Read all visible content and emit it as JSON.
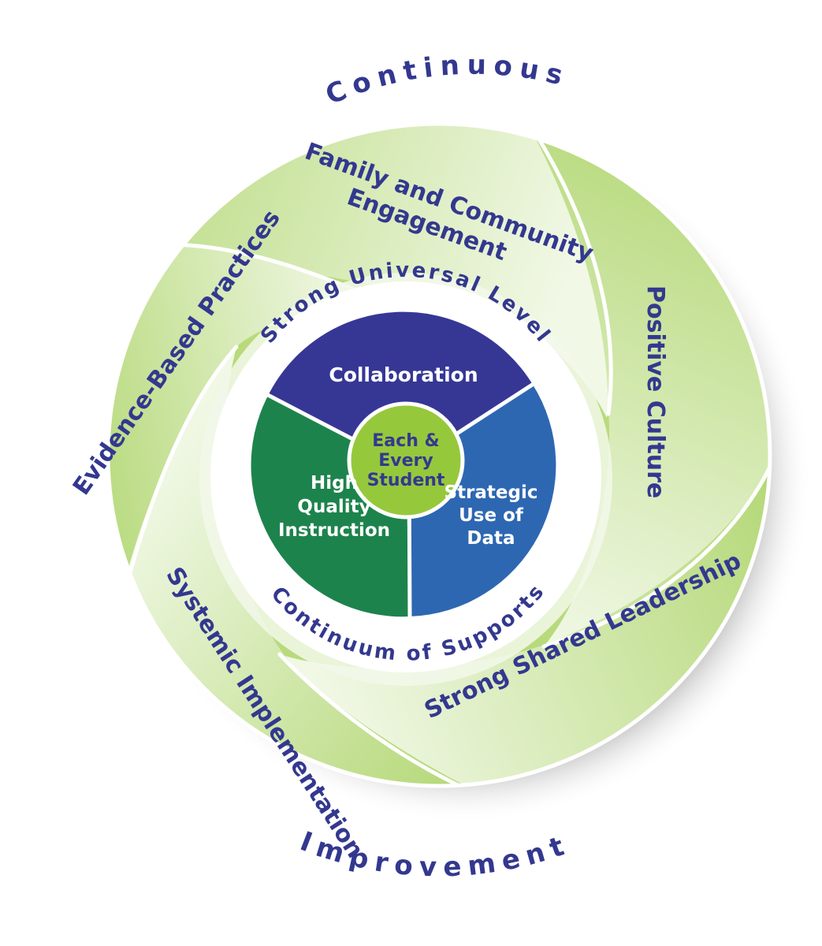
{
  "outer_ring": {
    "top_label": "Continuous",
    "bottom_label": "Improvement"
  },
  "petals": [
    {
      "id": "family",
      "label_line1": "Family and Community",
      "label_line2": "Engagement"
    },
    {
      "id": "culture",
      "label": "Positive Culture"
    },
    {
      "id": "leadership",
      "label": "Strong Shared Leadership"
    },
    {
      "id": "systemic",
      "label": "Systemic Implementation"
    },
    {
      "id": "evidence",
      "label": "Evidence-Based Practices"
    }
  ],
  "inner_ring": {
    "top_label": "Strong Universal Level",
    "bottom_label": "Continuum of Supports"
  },
  "core_segments": [
    {
      "id": "collaboration",
      "lines": [
        "Collaboration"
      ],
      "color": "#363795"
    },
    {
      "id": "instruction",
      "lines": [
        "High",
        "Quality",
        "Instruction"
      ],
      "color": "#1d834c"
    },
    {
      "id": "data",
      "lines": [
        "Strategic",
        "Use of",
        "Data"
      ],
      "color": "#2d67b1"
    }
  ],
  "hub": {
    "lines": [
      "Each &",
      "Every",
      "Student"
    ],
    "color": "#96c83c"
  },
  "colors": {
    "petal_dark": "#b5d878",
    "petal_light": "#eef6e2",
    "text": "#33388f"
  }
}
